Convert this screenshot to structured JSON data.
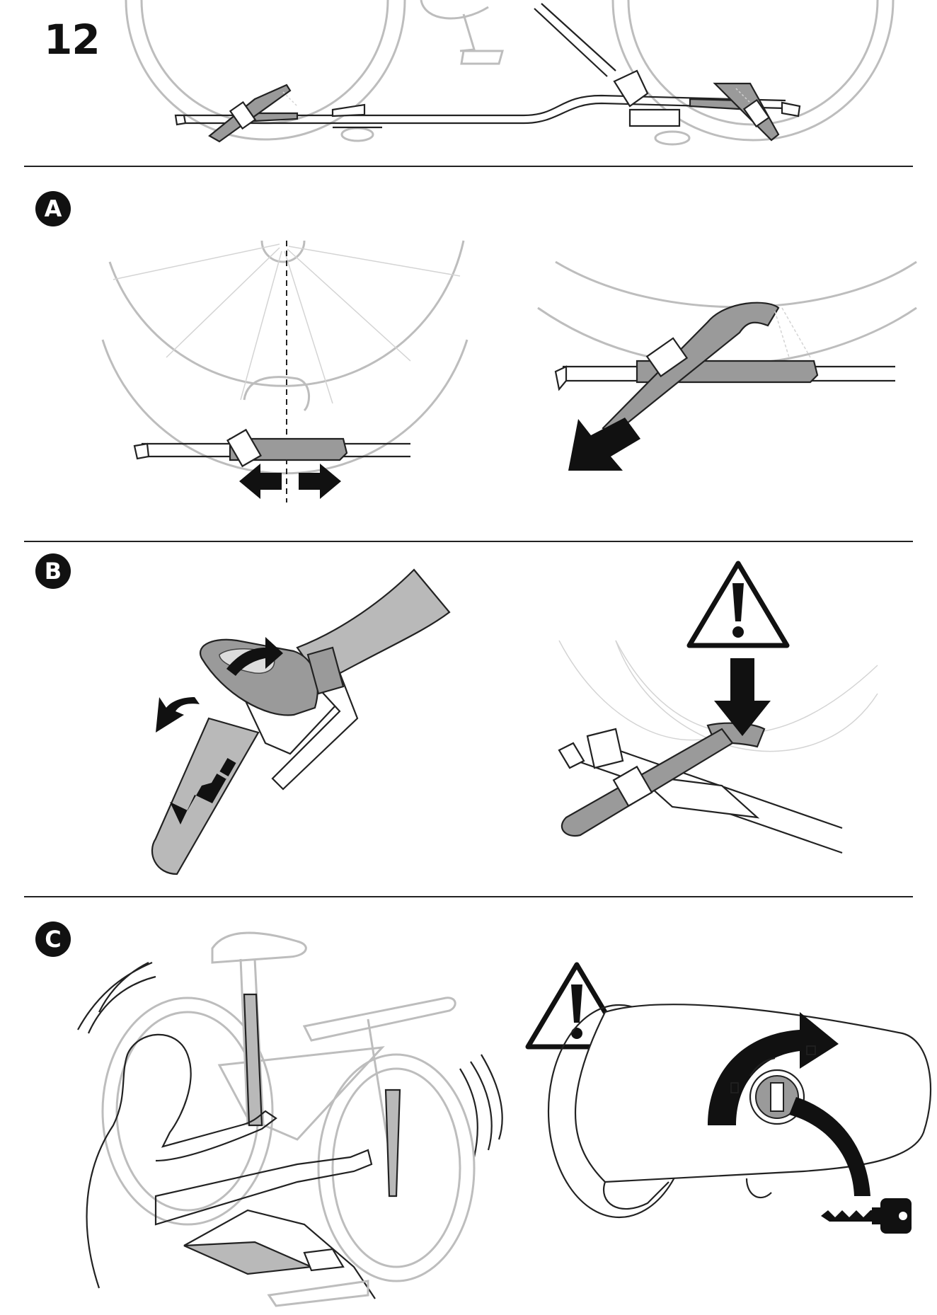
{
  "step": {
    "number": "12"
  },
  "sections": {
    "a": {
      "badge": "A"
    },
    "b": {
      "badge": "B"
    },
    "c": {
      "badge": "C"
    }
  },
  "icons": {
    "warning": "warning-triangle-icon",
    "key": "key-icon",
    "lock": "lock-cylinder-icon"
  },
  "colors": {
    "ink": "#111111",
    "strap": "#9a9a9a",
    "wheel": "#bdbdbd"
  }
}
